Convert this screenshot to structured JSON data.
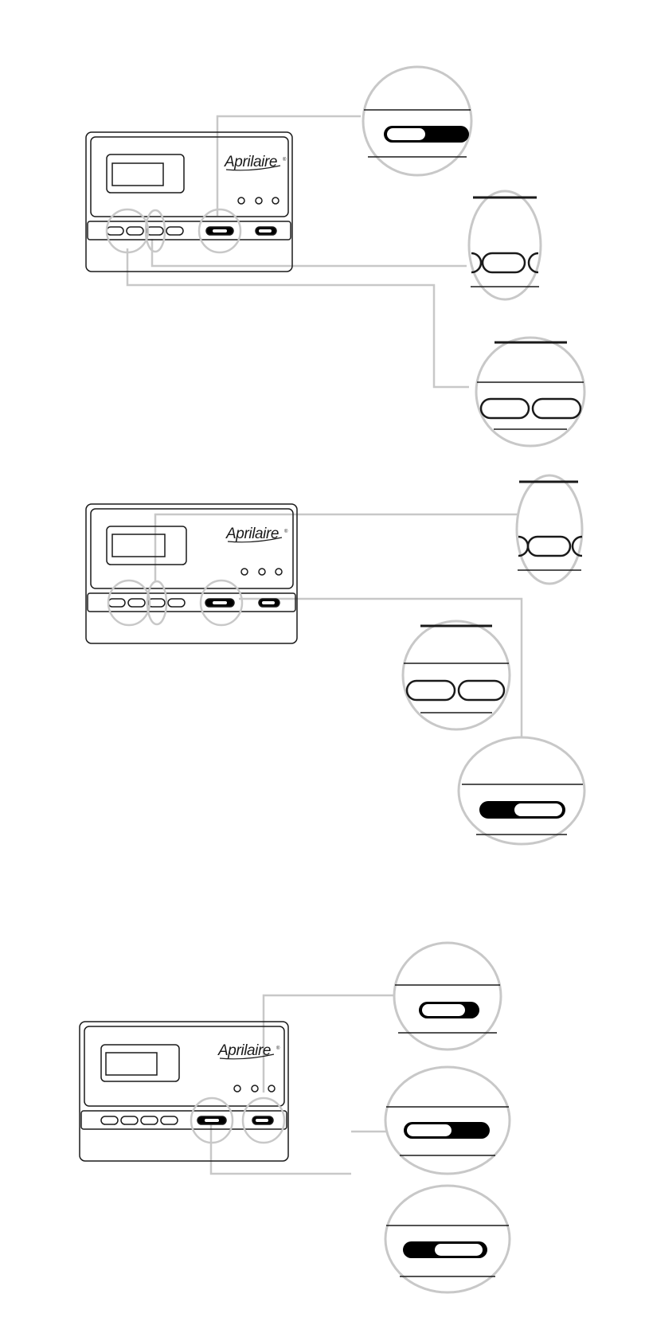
{
  "brand": {
    "logo_text": "Aprilaire",
    "registered_mark": "®"
  },
  "colors": {
    "device_outline": "#1a1a1a",
    "callout_line": "#c8c8c8",
    "background": "#ffffff",
    "switch_fill": "#000000"
  },
  "figures": [
    {
      "id": "figure-1",
      "switch_states": {
        "fan_switch": "right",
        "mode_switch": "center"
      },
      "callouts": [
        {
          "target": "fan-switch",
          "zoom": "slide-switch",
          "state": "right"
        },
        {
          "target": "button-gap",
          "zoom": "partial-buttons"
        },
        {
          "target": "button-pair",
          "zoom": "button-pair"
        }
      ]
    },
    {
      "id": "figure-2",
      "switch_states": {
        "fan_switch": "center",
        "mode_switch": "center"
      },
      "callouts": [
        {
          "target": "button-gap",
          "zoom": "partial-buttons"
        },
        {
          "target": "button-pair",
          "zoom": "button-pair"
        },
        {
          "target": "fan-switch",
          "zoom": "slide-switch",
          "state": "left"
        }
      ]
    },
    {
      "id": "figure-3",
      "switch_states": {
        "fan_switch": "center",
        "mode_switch": "center"
      },
      "callouts": [
        {
          "target": "mode-switch",
          "zoom": "slide-switch-small",
          "state": "right"
        },
        {
          "target": "fan-switch",
          "zoom": "slide-switch",
          "state": "right"
        },
        {
          "target": "fan-switch",
          "zoom": "slide-switch",
          "state": "left"
        }
      ]
    }
  ]
}
